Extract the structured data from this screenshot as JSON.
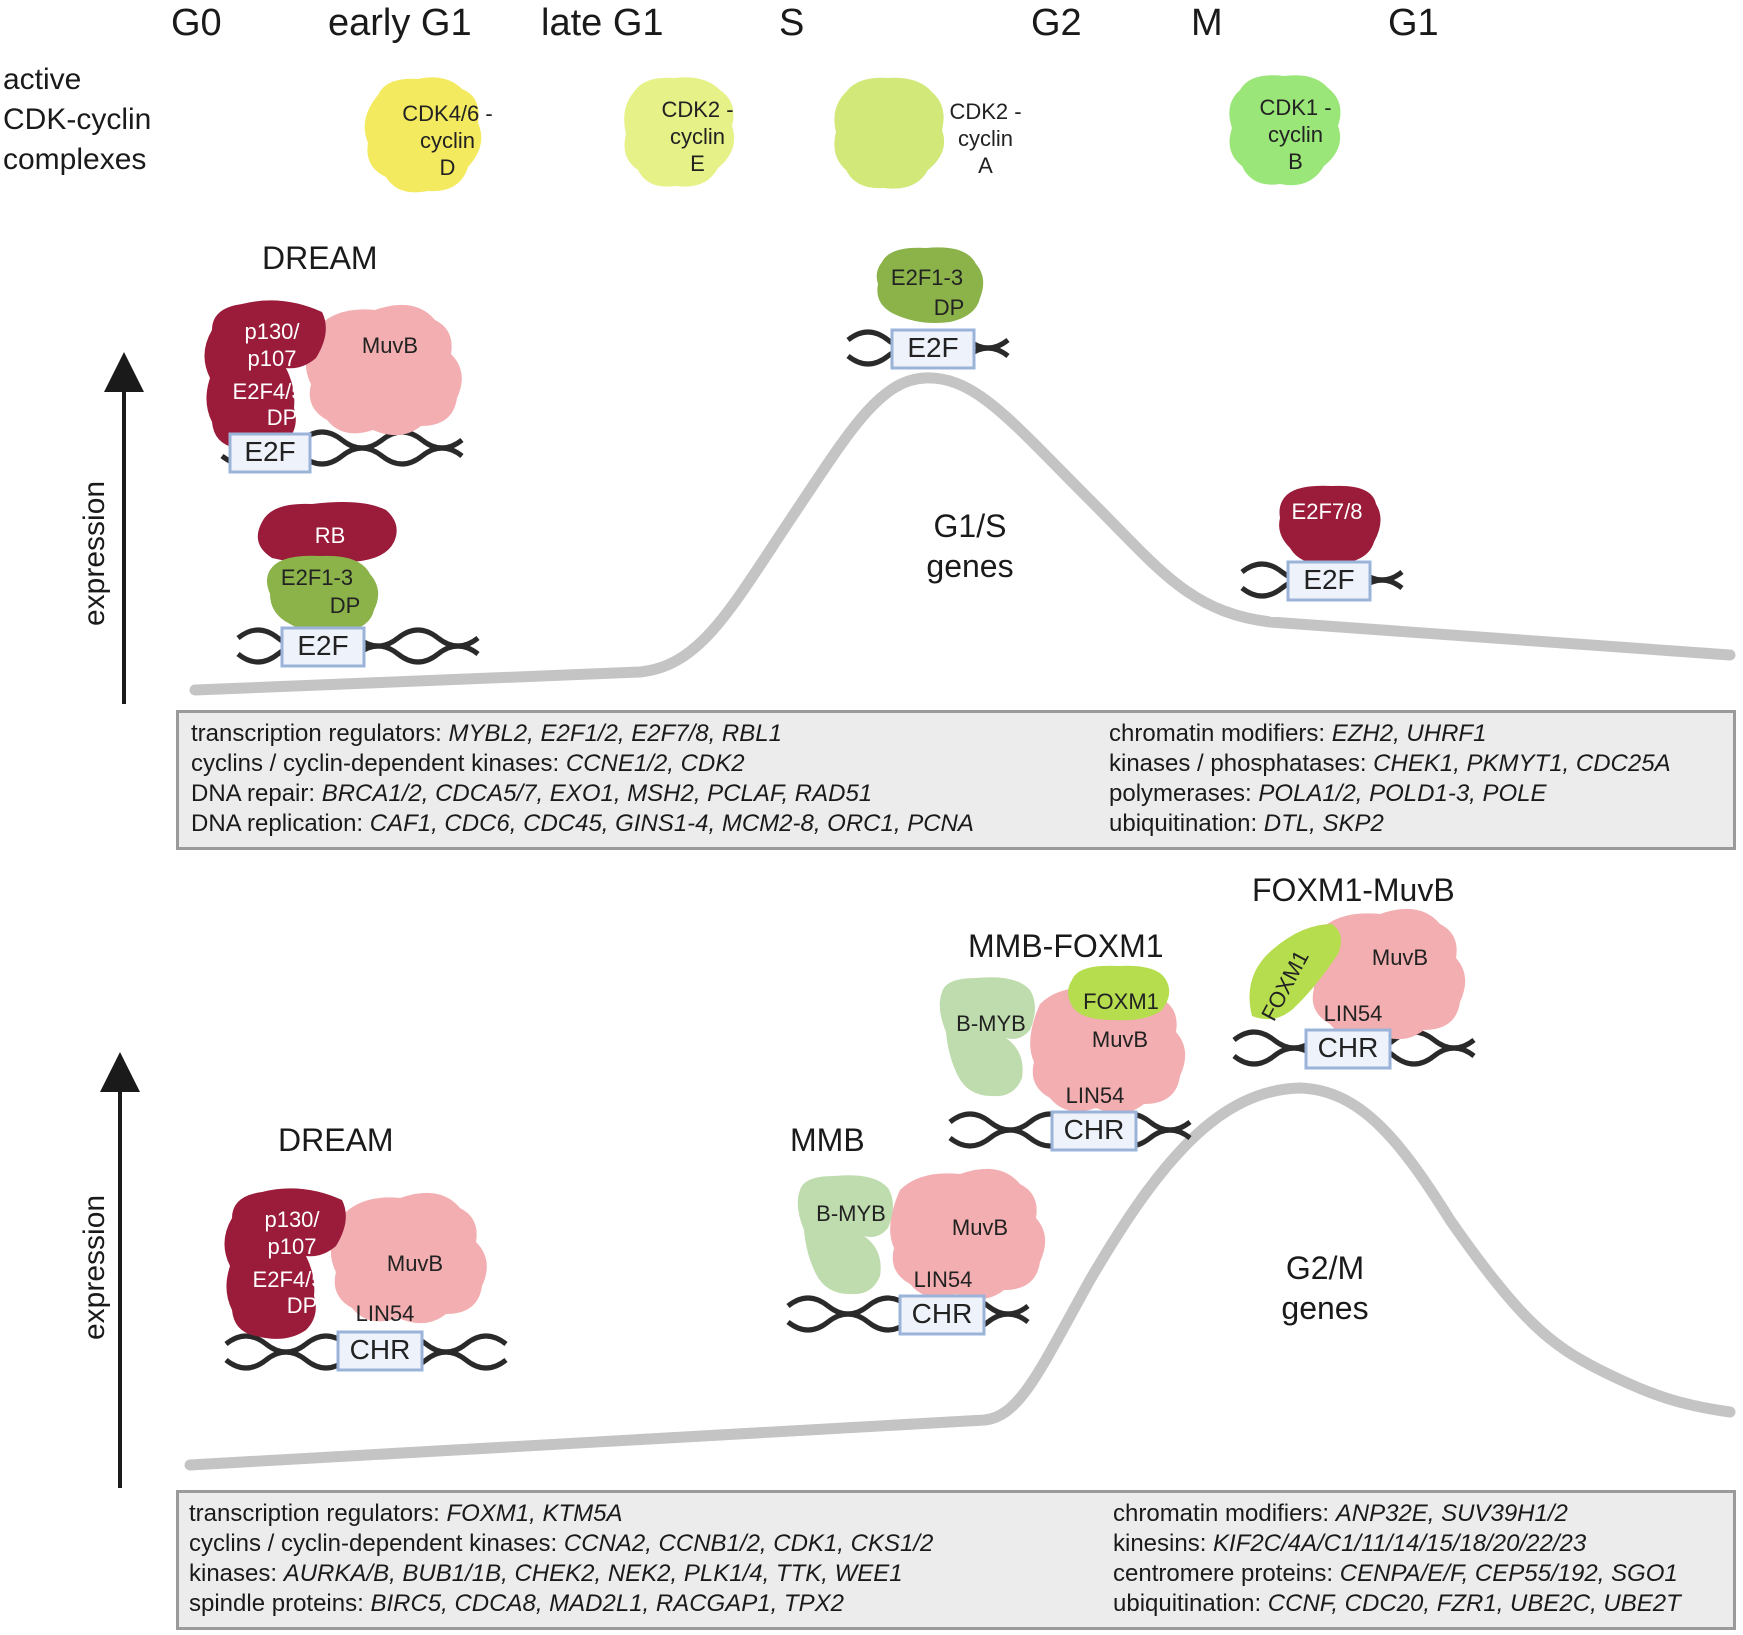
{
  "phases": [
    "G0",
    "early G1",
    "late G1",
    "S",
    "G2",
    "M",
    "G1"
  ],
  "side_label": "active\nCDK-cyclin\ncomplexes",
  "cdk_complexes": [
    {
      "label": "CDK4/6 -\ncyclin\nD",
      "color": "#f2e84e"
    },
    {
      "label": "CDK2 -\ncyclin\nE",
      "color": "#e3ef7a"
    },
    {
      "label": "CDK2 -\ncyclin\nA",
      "color": "#cde66a"
    },
    {
      "label": "CDK1 -\ncyclin\nB",
      "color": "#8fe36a"
    }
  ],
  "axis_label": "expression",
  "top_panel": {
    "curve_label": "G1/S\ngenes",
    "dream_title": "DREAM",
    "labels": {
      "p130": "p130/\np107",
      "e2f45": "E2F4/5",
      "dp": "DP",
      "muvb": "MuvB",
      "e2f": "E2F",
      "rb": "RB",
      "e2f13": "E2F1-3",
      "e2f78": "E2F7/8"
    },
    "genes_left": [
      {
        "label": "transcription regulators: ",
        "genes": "MYBL2, E2F1/2, E2F7/8, RBL1"
      },
      {
        "label": "cyclins / cyclin-dependent kinases: ",
        "genes": "CCNE1/2, CDK2"
      },
      {
        "label": "DNA repair: ",
        "genes": "BRCA1/2, CDCA5/7, EXO1, MSH2, PCLAF, RAD51"
      },
      {
        "label": "DNA replication: ",
        "genes": "CAF1, CDC6, CDC45, GINS1-4, MCM2-8, ORC1, PCNA"
      }
    ],
    "genes_right": [
      {
        "label": "chromatin modifiers: ",
        "genes": "EZH2, UHRF1"
      },
      {
        "label": "kinases / phosphatases: ",
        "genes": "CHEK1, PKMYT1, CDC25A"
      },
      {
        "label": "polymerases: ",
        "genes": "POLA1/2, POLD1-3, POLE"
      },
      {
        "label": "ubiquitination: ",
        "genes": "DTL, SKP2"
      }
    ]
  },
  "bottom_panel": {
    "curve_label": "G2/M\ngenes",
    "dream_title": "DREAM",
    "mmb_title": "MMB",
    "mmbfoxm1_title": "MMB-FOXM1",
    "foxm1muvb_title": "FOXM1-MuvB",
    "labels": {
      "p130": "p130/\np107",
      "e2f45": "E2F4/5",
      "dp": "DP",
      "muvb": "MuvB",
      "lin54": "LIN54",
      "chr": "CHR",
      "bmyb": "B-MYB",
      "foxm1": "FOXM1"
    },
    "genes_left": [
      {
        "label": "transcription regulators: ",
        "genes": "FOXM1, KTM5A"
      },
      {
        "label": "cyclins / cyclin-dependent kinases: ",
        "genes": "CCNA2, CCNB1/2, CDK1, CKS1/2"
      },
      {
        "label": "kinases: ",
        "genes": "AURKA/B, BUB1/1B, CHEK2, NEK2, PLK1/4, TTK, WEE1"
      },
      {
        "label": "spindle proteins: ",
        "genes": "BIRC5, CDCA8, MAD2L1, RACGAP1, TPX2"
      }
    ],
    "genes_right": [
      {
        "label": "chromatin modifiers: ",
        "genes": "ANP32E, SUV39H1/2"
      },
      {
        "label": "kinesins: ",
        "genes": "KIF2C/4A/C1/11/14/15/18/20/22/23"
      },
      {
        "label": "centromere proteins: ",
        "genes": "CENPA/E/F, CEP55/192, SGO1"
      },
      {
        "label": "ubiquitination: ",
        "genes": "CCNF, CDC20, FZR1, UBE2C, UBE2T"
      }
    ]
  },
  "colors": {
    "rb_red": "#9b1b3a",
    "muvb_pink": "#f2aeb0",
    "e2f_green": "#8bb34a",
    "bmyb_green": "#bfdcae",
    "foxm1_green": "#b5dd4e",
    "curve_gray": "#c4c4c4",
    "box_blue": "#9bb3d9"
  }
}
